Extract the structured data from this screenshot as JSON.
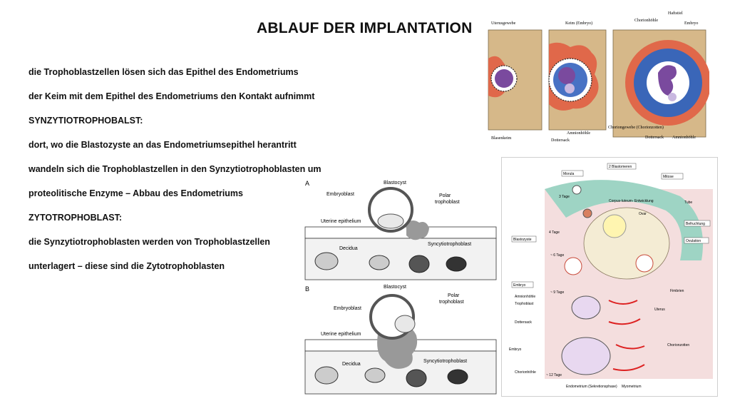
{
  "slide": {
    "title": "ABLAUF DER IMPLANTATION",
    "lines": [
      "die Trophoblastzellen lösen sich das Epithel des Endometriums",
      "der Keim mit dem Epithel des Endometriums den Kontakt aufnimmt",
      "SYNZYTIOTROPHOBALST:",
      "dort, wo die Blastozyste an das Endometriumsepithel herantritt",
      "wandeln sich die Trophoblastzellen in den Synzytiotrophoblasten um",
      "proteolitische Enzyme – Abbau des Endometriums",
      "ZYTOTROPHOBLAST:",
      "die Synzytiotrophoblasten werden von Trophoblastzellen",
      "unterlagert – diese sind die Zytotrophoblasten"
    ]
  },
  "fig1": {
    "uterus": "Uterusgewebe",
    "keim": "Keim (Embryo)",
    "haftstiel": "Haftstiel",
    "chorionhoehle": "Chorionhöhle",
    "embryo": "Embryo",
    "chorionzotten": "Choriongewebe\n(Chorionzotten)",
    "blasenkeim": "Blasenkeim",
    "dottersack1": "Dottersack",
    "amnionhoehle1": "Amnionhöhle",
    "dottersack2": "Dottersack",
    "amnionhoehle2": "Amnionhöhle"
  },
  "fig2": {
    "label_a": "A",
    "label_b": "B",
    "blastocyst_a": "Blastocyst",
    "embryoblast_a": "Embryoblast",
    "polar_a": "Polar",
    "troph_a": "trophoblast",
    "uterine_a": "Uterine epithelium",
    "syncytio_a": "Syncytiotrophoblast",
    "decidua_a": "Decidua",
    "blastocyst_b": "Blastocyst",
    "embryoblast_b": "Embryoblast",
    "polar_b": "Polar",
    "troph_b": "trophoblast",
    "uterine_b": "Uterine epithelium",
    "syncytio_b": "Syncytiotrophoblast",
    "decidua_b": "Decidua"
  },
  "fig3": {
    "blastomeren": "2 Blastomeren",
    "morula": "Morula",
    "mitose": "Mitose",
    "tube": "Tube",
    "befruchtung": "Befruchtung",
    "blastozyste": "Blastozyste",
    "ovulation": "Ovulation",
    "embryo": "Embryo",
    "uterus": "Uterus",
    "gelbkoerper": "Corpus-luteum-\nEntwicklung",
    "ovar": "Ovar",
    "fimbrien": "Fimbrien",
    "tag3": "3 Tage",
    "tag4": "4 Tage",
    "tag6": "~ 6 Tage",
    "tag9": "~ 9 Tage",
    "tag12": "~ 12 Tage",
    "endometrium": "Endometrium (Sekretionsphase)",
    "myometrium": "Myometrium",
    "amnionhoehle": "Amnionhöhle",
    "trophoblast": "Trophoblast",
    "dottersack": "Dottersack",
    "chorionhoehle": "Chorionhöhle",
    "chorionzotten": "Chorionzotten",
    "embryo_label": "Embryo"
  }
}
